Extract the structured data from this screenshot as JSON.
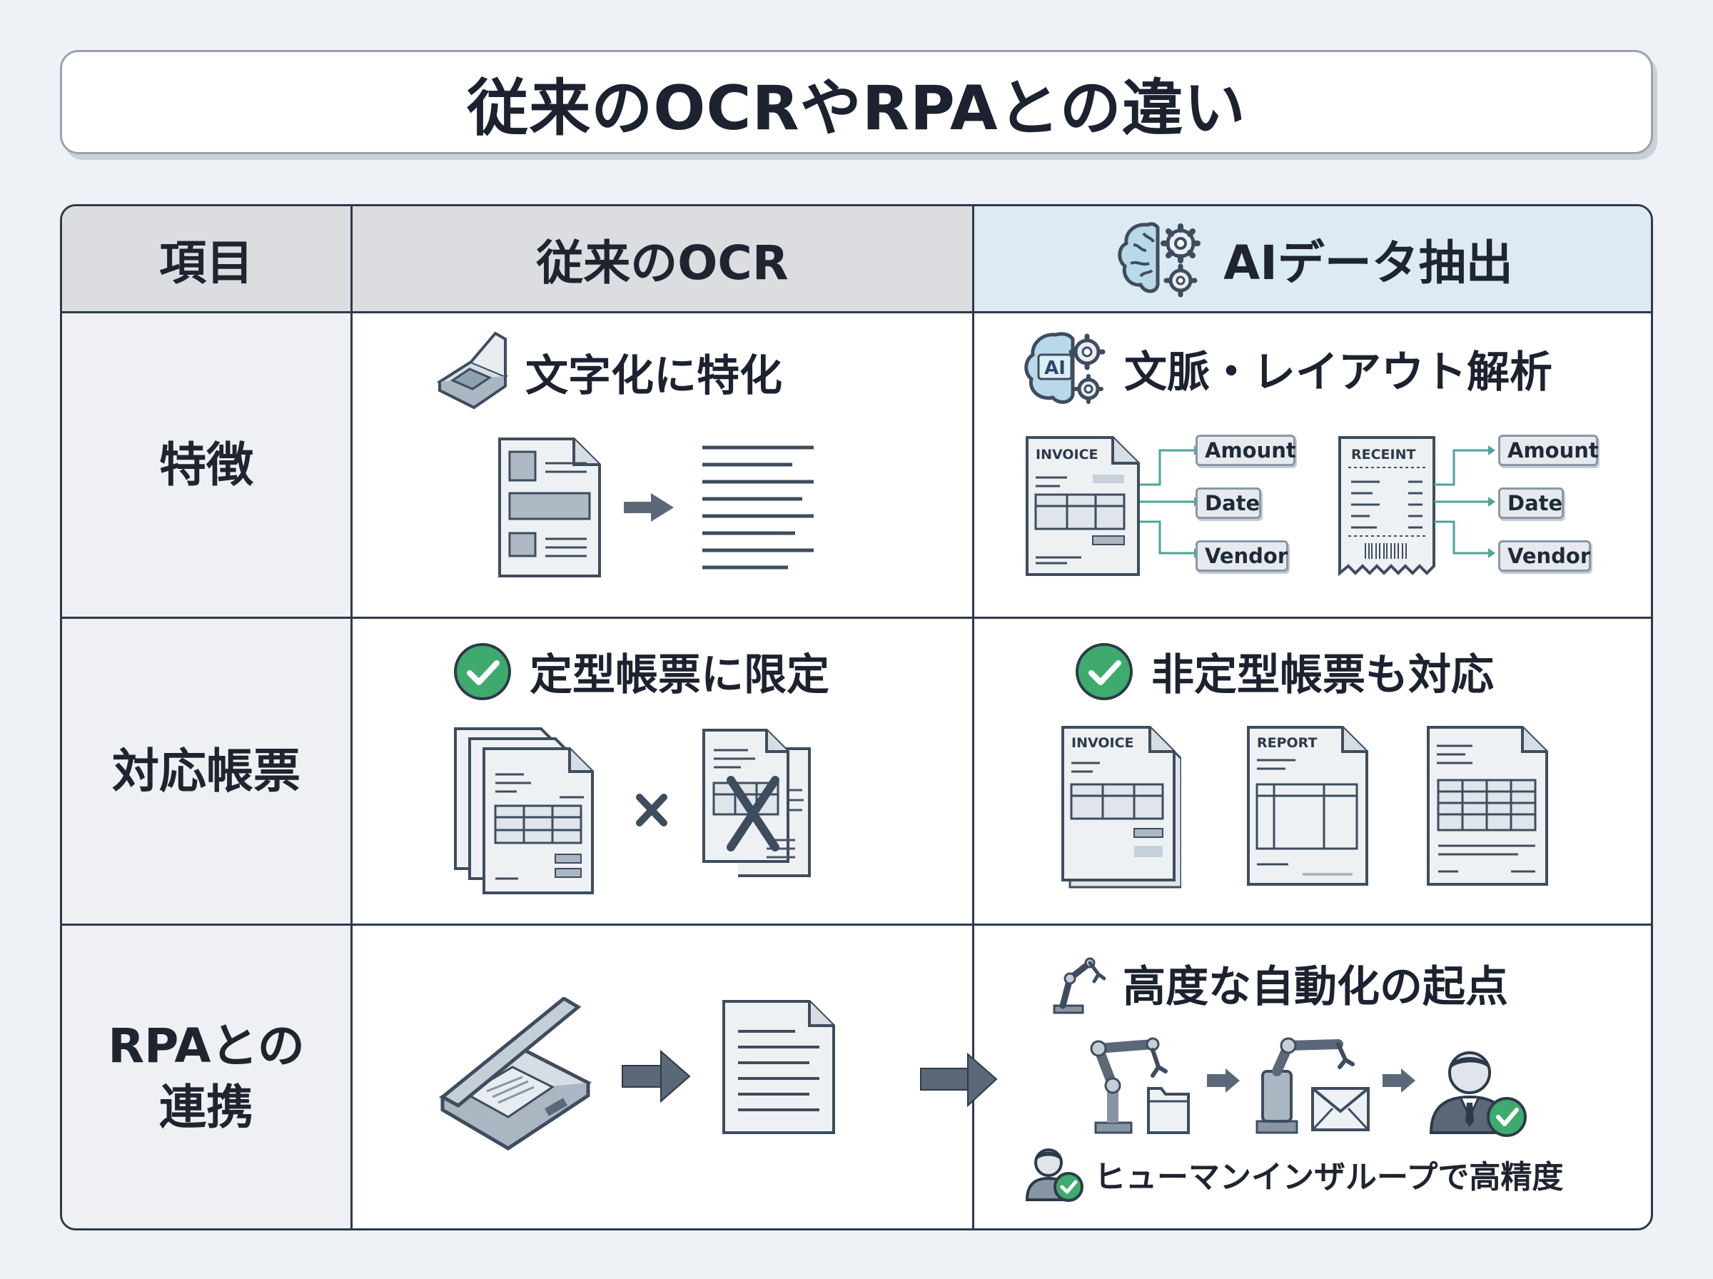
{
  "title": "従来のOCRやRPAとの違い",
  "header": {
    "col_item": "項目",
    "col_ocr": "従来のOCR",
    "col_ai": "AIデータ抽出"
  },
  "rows": {
    "features": {
      "label": "特徴",
      "ocr_heading": "文字化に特化",
      "ai_heading": "文脈・レイアウト解析",
      "ai_invoice_label": "INVOICE",
      "ai_receipt_label": "RECEINT",
      "fields": [
        "Amount",
        "Date",
        "Vendor"
      ],
      "icon_ai_text": "AI"
    },
    "forms": {
      "label": "対応帳票",
      "ocr_heading": "定型帳票に限定",
      "ai_heading": "非定型帳票も対応",
      "doc_labels": [
        "INVOICE",
        "REPORT"
      ]
    },
    "rpa": {
      "label_line1": "RPAとの",
      "label_line2": "連携",
      "ai_heading": "高度な自動化の起点",
      "hitl_note": "ヒューマンインザループで高精度"
    }
  },
  "colors": {
    "border": "#2d3a4a",
    "header_bg": "#dcdde1",
    "ai_header_bg": "#dceaf3",
    "check_green": "#3faa6e",
    "arrow_gray": "#5b6878",
    "teal_line": "#4aa59a"
  },
  "icons": [
    "scanner-icon",
    "brain-gear-icon",
    "ai-brain-icon",
    "check-icon",
    "robot-arm-icon",
    "person-icon",
    "document-icon",
    "text-lines-icon",
    "folder-icon",
    "envelope-icon"
  ]
}
